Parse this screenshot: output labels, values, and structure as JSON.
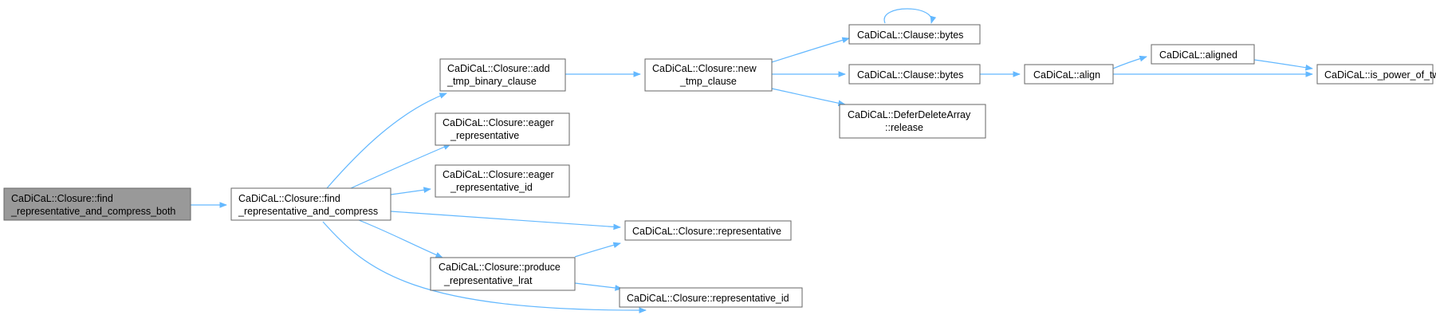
{
  "colors": {
    "edge": "#63b8ff",
    "node_border": "#666666",
    "root_fill": "#999999",
    "node_fill": "#ffffff"
  },
  "nodes": {
    "find_both": [
      "CaDiCaL::Closure::find",
      "_representative_and_compress_both"
    ],
    "find_compress": [
      "CaDiCaL::Closure::find",
      "_representative_and_compress"
    ],
    "add_tmp_binary": [
      "CaDiCaL::Closure::add",
      "_tmp_binary_clause"
    ],
    "eager_rep": [
      "CaDiCaL::Closure::eager",
      "_representative"
    ],
    "eager_rep_id": [
      "CaDiCaL::Closure::eager",
      "_representative_id"
    ],
    "new_tmp_clause": [
      "CaDiCaL::Closure::new",
      "_tmp_clause"
    ],
    "clause_bytes_1": [
      "CaDiCaL::Clause::bytes"
    ],
    "clause_bytes_2": [
      "CaDiCaL::Clause::bytes"
    ],
    "defer_release": [
      "CaDiCaL::DeferDeleteArray",
      "::release"
    ],
    "align": [
      "CaDiCaL::align"
    ],
    "aligned": [
      "CaDiCaL::aligned"
    ],
    "is_power_of_two": [
      "CaDiCaL::is_power_of_two"
    ],
    "representative": [
      "CaDiCaL::Closure::representative"
    ],
    "produce_lrat": [
      "CaDiCaL::Closure::produce",
      "_representative_lrat"
    ],
    "representative_id": [
      "CaDiCaL::Closure::representative_id"
    ]
  }
}
